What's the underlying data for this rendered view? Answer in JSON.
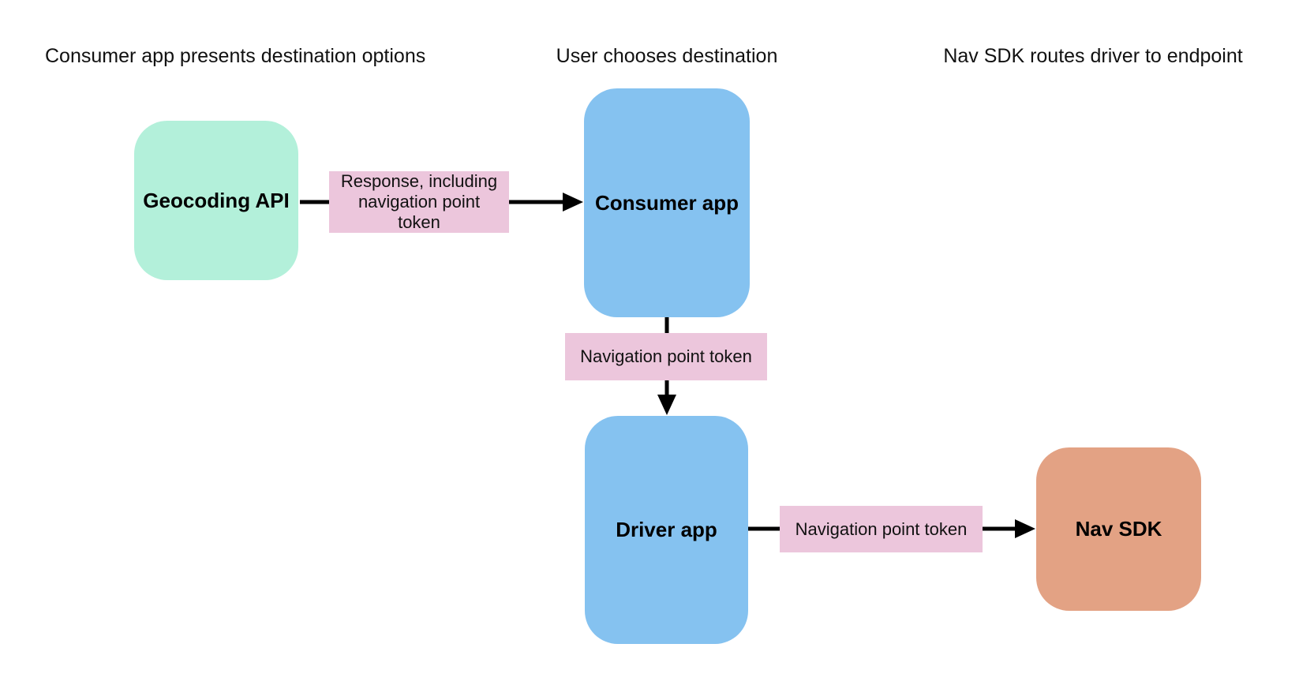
{
  "diagram": {
    "headers": [
      {
        "text": "Consumer app presents destination options"
      },
      {
        "text": "User chooses destination"
      },
      {
        "text": "Nav SDK routes driver to endpoint"
      }
    ],
    "nodes": [
      {
        "id": "geocoding-api",
        "label": "Geocoding API",
        "fill": "#b3f0da"
      },
      {
        "id": "consumer-app",
        "label": "Consumer app",
        "fill": "#85c2f0"
      },
      {
        "id": "driver-app",
        "label": "Driver app",
        "fill": "#85c2f0"
      },
      {
        "id": "nav-sdk",
        "label": "Nav SDK",
        "fill": "#e3a284"
      }
    ],
    "edges": [
      {
        "from": "geocoding-api",
        "to": "consumer-app",
        "label": "Response, including navigation point token",
        "fill": "#ecc6dc"
      },
      {
        "from": "consumer-app",
        "to": "driver-app",
        "label": "Navigation point token",
        "fill": "#ecc6dc"
      },
      {
        "from": "driver-app",
        "to": "nav-sdk",
        "label": "Navigation point token",
        "fill": "#ecc6dc"
      }
    ],
    "arrow_color": "#000000",
    "background": "#ffffff"
  }
}
